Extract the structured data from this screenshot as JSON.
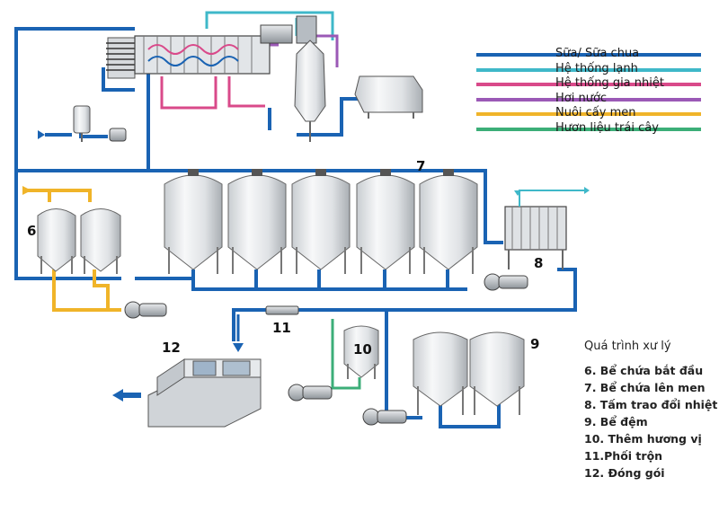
{
  "colors": {
    "milk": "#1a63b3",
    "cooling": "#3fb8c9",
    "heating": "#d94a8a",
    "steam": "#9b59b6",
    "culture": "#f0b429",
    "fruit": "#3cae78"
  },
  "legend": [
    {
      "label": "Sữa/ Sữa chua",
      "color": "#1a63b3"
    },
    {
      "label": "Hệ thống lạnh",
      "color": "#3fb8c9"
    },
    {
      "label": "Hệ thống gia nhiệt",
      "color": "#d94a8a"
    },
    {
      "label": "Hơi nước",
      "color": "#9b59b6"
    },
    {
      "label": "Nuôi cấy men",
      "color": "#f0b429"
    },
    {
      "label": "Hươn liệu trái cây",
      "color": "#3cae78"
    }
  ],
  "labels": {
    "n6": "6",
    "n7": "7",
    "n8": "8",
    "n9": "9",
    "n10": "10",
    "n11": "11",
    "n12": "12"
  },
  "process": {
    "title": "Quá trình xư lý",
    "steps": [
      "6. Bể chứa bắt đầu",
      "7. Bể chứa lên men",
      "8. Tấm trao đổi nhiệt",
      "9. Bể đệm",
      "10. Thêm hương vị",
      "11.Phối trộn",
      "12. Đóng gói"
    ]
  }
}
